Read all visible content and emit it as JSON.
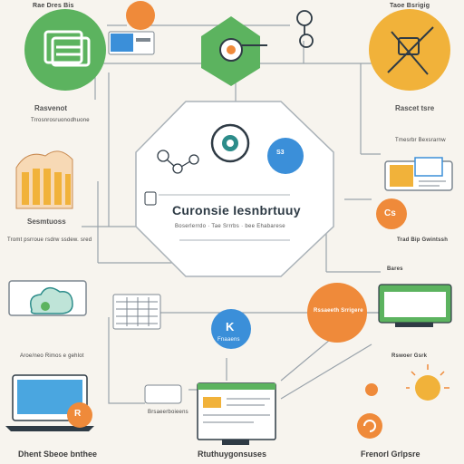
{
  "top_left_label": "Rae Dres Bis",
  "top_right_label": "Taoe Bsrigig",
  "left_upper_title": "Rasvenot",
  "left_upper_sub": "Trrosnrosruonodhuone",
  "left_mid_title": "Sesmtuoss",
  "left_mid_sub": "Tromt psrroue rsdrw ssdew. sred",
  "left_lower_title": "Aroe/neo Rimos e gehlot",
  "right_upper_title": "Rascet tsre",
  "right_upper_sub": "Tmesrbr Bexsrarnw",
  "right_mid_title": "Trad Bip Gwintssh",
  "right_mid_sub": "Bares",
  "right_lower_title": "Rswoer Gsrk",
  "center_title": "Curonsie Iesnbrtuuy",
  "center_sub": "Boserlerrdo · Tae Srrrbs ·  bee Ehabarese",
  "center_bubble_text": "S3",
  "right_circle_text": "Cs",
  "node_k_text": "K",
  "node_k_sub": "Fnaaens",
  "node_orange_text": "Rssaeeth Srrigere",
  "laptop_badge": "R",
  "bottom_left_title": "Dhent Sbeoe bnthee",
  "bottom_mid_sub": "Brsaeerboieens",
  "bottom_center_title": "Rtuthuygonsuses",
  "bottom_right_title": "Frenorl Grlpsre",
  "colors": {
    "green": "#5cb35f",
    "orange": "#ef8a3a",
    "yellow": "#f1b23a",
    "blue": "#3b8fd9",
    "line": "#9aa3ab",
    "dark": "#2f3b45"
  }
}
